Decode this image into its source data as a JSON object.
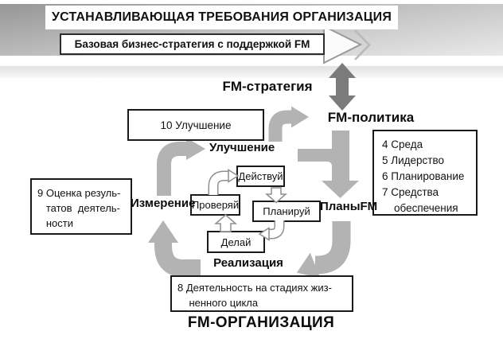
{
  "banner": {
    "title": "УСТАНАВЛИВАЮЩАЯ ТРЕБОВАНИЯ ОРГАНИЗАЦИЯ"
  },
  "ribbon": {
    "label": "Базовая бизнес-стратегия с поддержкой FM"
  },
  "labels": {
    "fm_strategy": "FM-стратегия",
    "fm_policy": "FM-политика",
    "improvement": "Улучшение",
    "measurement": "Измерение",
    "plans_fm": "ПланыFM",
    "realization": "Реализация",
    "fm_organization": "FM-ОРГАНИЗАЦИЯ"
  },
  "boxes": {
    "improvement_10": "10 Улучшение",
    "clauses_4_7": "4 Среда\n5 Лидерство\n6 Планирование\n7 Средства\n    обеспечения",
    "evaluation_9": "9 Оценка резуль-\n   татов  деятель-\n   ности",
    "act": "Действуй",
    "check": "Проверяй",
    "plan": "Планируй",
    "do": "Делай",
    "lifecycle_8": "8 Деятельность на стадиях жиз-\n    ненного цикла"
  },
  "colors": {
    "arrow_gray": "#b3b3b3",
    "arrow_dark": "#7b7b7b",
    "box_border": "#1a1a1a",
    "band_dark": "#969696",
    "band_light": "#e9e9e9",
    "outline_gray": "#8f8f8f"
  }
}
